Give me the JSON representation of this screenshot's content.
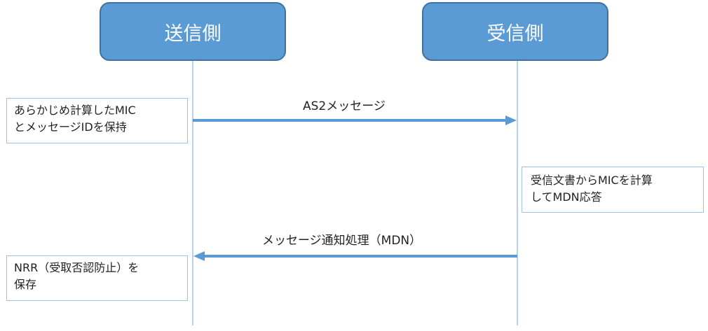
{
  "actors": {
    "sender": "送信側",
    "receiver": "受信側"
  },
  "messages": [
    {
      "label": "AS2メッセージ",
      "from": "sender",
      "to": "receiver"
    },
    {
      "label": "メッセージ通知処理（MDN）",
      "from": "receiver",
      "to": "sender"
    }
  ],
  "notes": [
    {
      "lines": [
        "あらかじめ計算したMIC",
        "とメッセージIDを保持"
      ]
    },
    {
      "lines": [
        "受信文書からMICを計算",
        "してMDN応答"
      ]
    },
    {
      "lines": [
        "NRR（受取否認防止）を",
        "保存"
      ]
    }
  ],
  "colors": {
    "actor_fill": "#5b9bd5",
    "actor_border": "#41719c",
    "lifeline": "#9dc3e6",
    "arrow": "#5b9bd5",
    "note_border": "#9dc3e6"
  }
}
